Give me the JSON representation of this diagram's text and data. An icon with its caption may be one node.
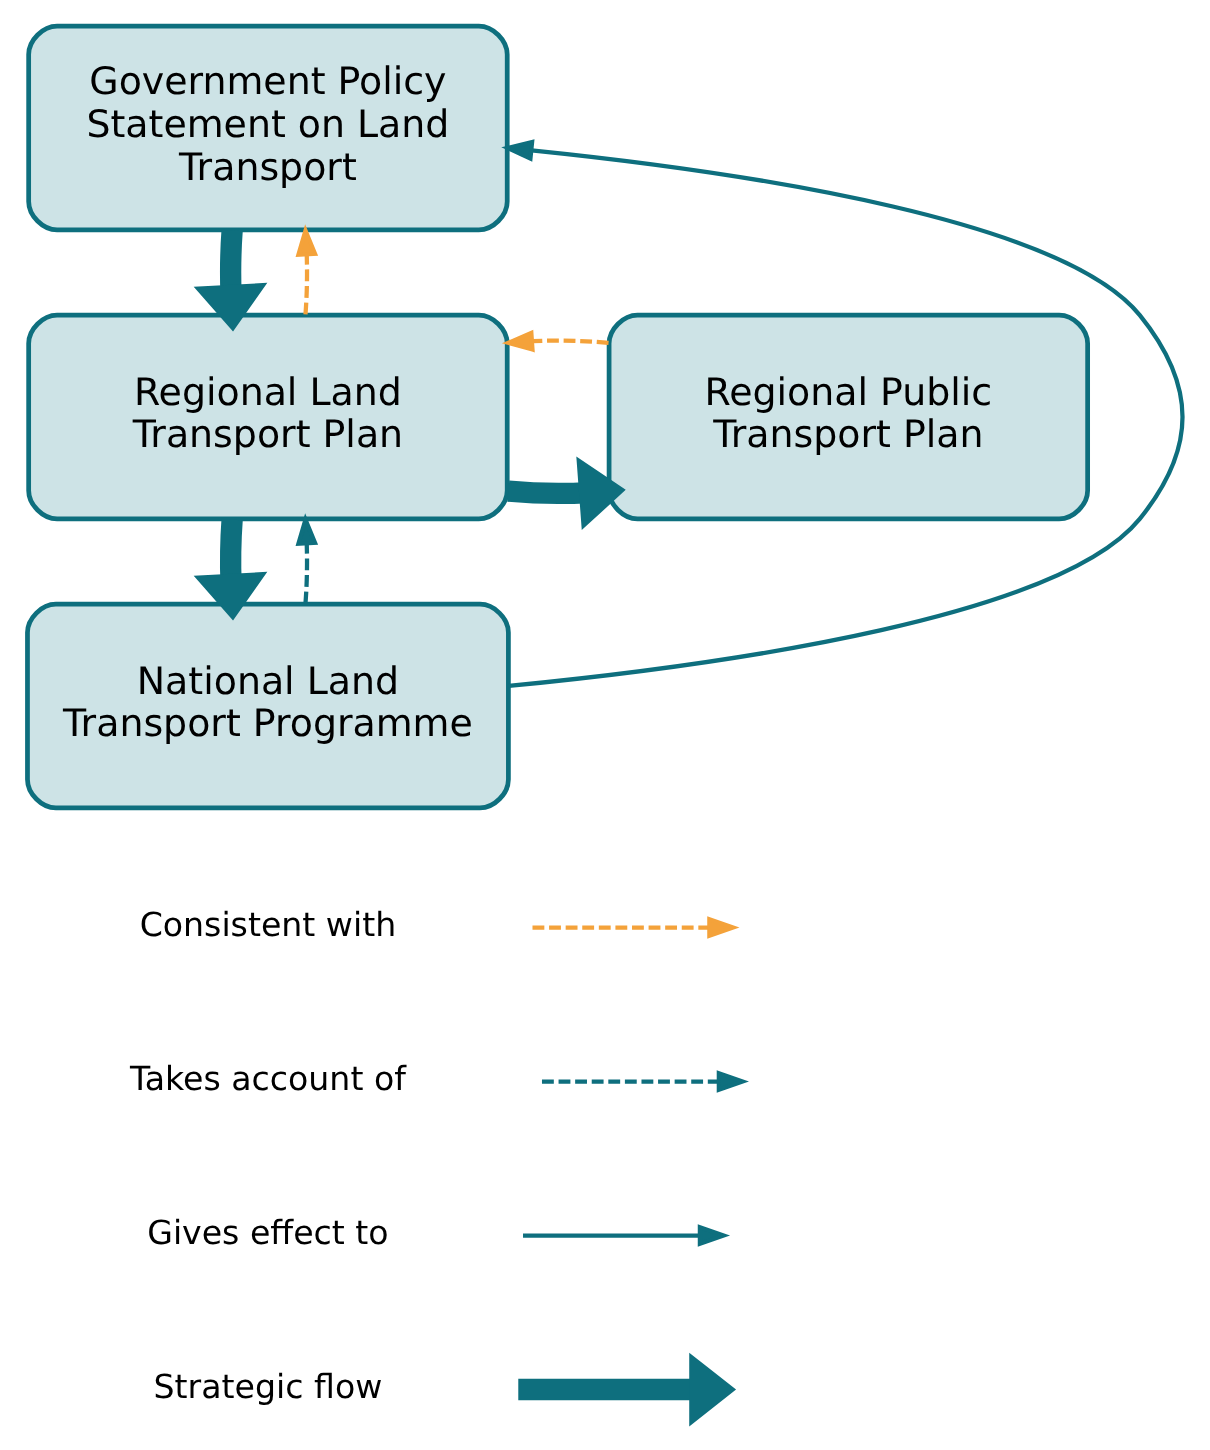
{
  "diagram": {
    "nodes": [
      {
        "text": [
          "Government Policy Statement on Land Transport"
        ]
      },
      {
        "text": [
          "Regional Land Transport Plan"
        ]
      },
      {
        "text": [
          "Regional Public Transport Plan"
        ]
      },
      {
        "text": [
          "National Land Transport Programme"
        ]
      }
    ],
    "edges": [
      {
        "from": 0,
        "to": 1,
        "arrow": "to",
        "style": "thick"
      },
      {
        "from": 1,
        "to": 3,
        "arrow": "to",
        "style": "thick"
      },
      {
        "from": 1,
        "to": 2,
        "arrow": "to",
        "style": "thick"
      },
      {
        "from": 1,
        "to": 0,
        "arrow": "to",
        "style": "dashed",
        "color": "#f4a23a"
      },
      {
        "from": 2,
        "to": 1,
        "arrow": "to",
        "style": "dashed",
        "color": "#f4a23a"
      },
      {
        "from": 3,
        "to": 1,
        "arrow": "to",
        "style": "dashed"
      },
      {
        "from": 3,
        "to": 0,
        "arrow": "to"
      }
    ],
    "legend": [
      {
        "text": "Consistent with"
      },
      {
        "text": "Takes account of"
      },
      {
        "text": "Gives effect to"
      },
      {
        "text": "Strategic flow"
      }
    ]
  }
}
